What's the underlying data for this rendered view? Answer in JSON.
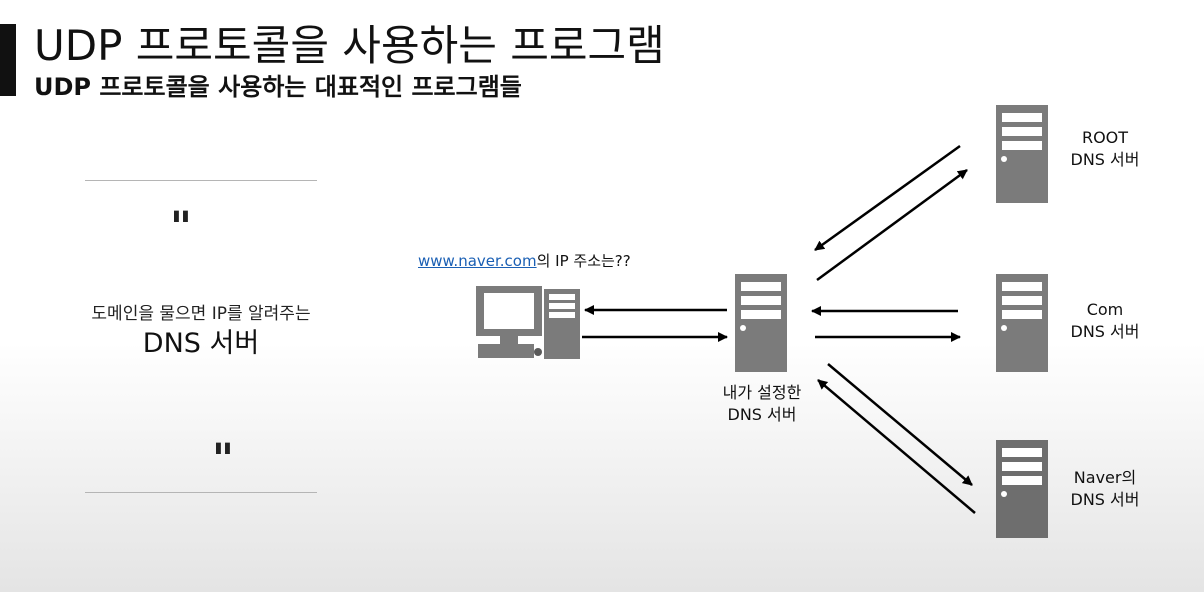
{
  "slide": {
    "title": "UDP 프로토콜을 사용하는 프로그램",
    "subtitle": "UDP 프로토콜을 사용하는 대표적인 프로그램들"
  },
  "quote": {
    "open_mark": "\"",
    "close_mark": "\"",
    "text": "도메인을 물으면  IP를 알려주는",
    "emphasis": "DNS 서버"
  },
  "diagram": {
    "query_link": "www.naver.com",
    "query_rest": "의 IP 주소는??",
    "local_dns": {
      "line1": "내가 설정한",
      "line2": "DNS 서버"
    },
    "root_dns": {
      "line1": "ROOT",
      "line2": "DNS 서버"
    },
    "com_dns": {
      "line1": "Com",
      "line2": "DNS 서버"
    },
    "naver_dns": {
      "line1": "Naver의",
      "line2": "DNS 서버"
    }
  },
  "colors": {
    "server": "#7b7b7b",
    "server_dark": "#4f4f4f",
    "arrow": "#000000",
    "link": "#1a5fb4"
  }
}
